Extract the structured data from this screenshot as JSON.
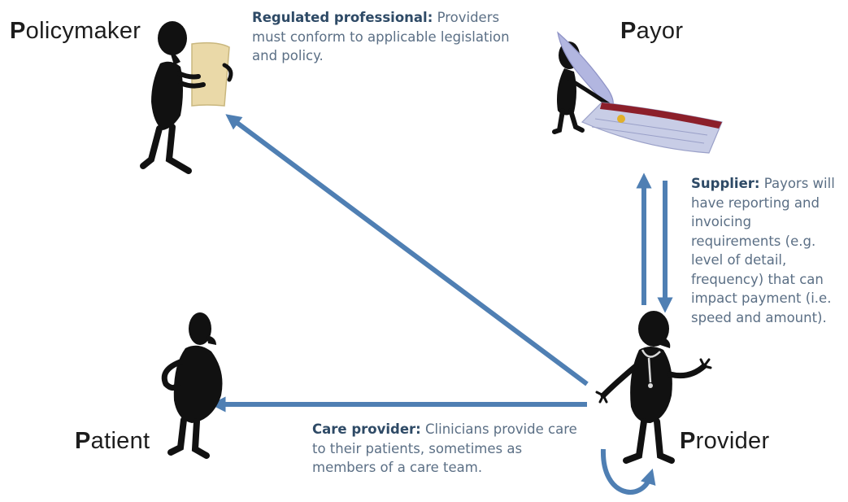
{
  "roles": {
    "policymaker": {
      "initial": "P",
      "rest": "olicymaker"
    },
    "payor": {
      "initial": "P",
      "rest": "ayor"
    },
    "patient": {
      "initial": "P",
      "rest": "atient"
    },
    "provider": {
      "initial": "P",
      "rest": "rovider"
    }
  },
  "relations": {
    "regulated": {
      "title": "Regulated professional:",
      "body": "Providers must conform to applicable legislation and policy."
    },
    "supplier": {
      "title": "Supplier:",
      "body": "Payors will have reporting and invoicing requirements (e.g. level of detail, frequency) that can impact payment (i.e. speed and amount)."
    },
    "care": {
      "title": "Care provider:",
      "body": "Clinicians provide care to their patients, sometimes as members of a care team."
    }
  },
  "colors": {
    "arrow": "#4f7fb3",
    "figure": "#111111",
    "heading": "#2e4a66",
    "text": "#5b6f85"
  },
  "icons": [
    "policymaker-figure-with-document",
    "payor-figure-with-invoice",
    "patient-figure",
    "provider-figure-with-stethoscope"
  ]
}
